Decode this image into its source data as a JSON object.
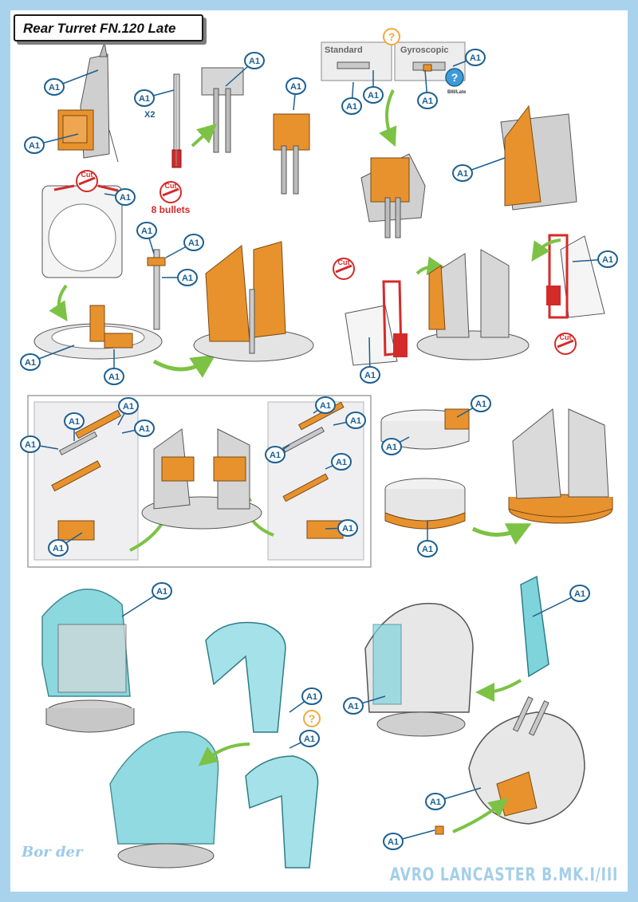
{
  "title": "Rear Turret FN.120 Late",
  "part_label": "A1",
  "quantity": "X2",
  "cut_label": "Cut",
  "bullets_label": "8 bullets",
  "standard_label": "Standard",
  "gyroscopic_label": "Gyroscopic",
  "bili_late_label": "BIII/Late",
  "question_mark": "?",
  "logo_text": "Bor der",
  "footer_text": "AVRO LANCASTER B.MK.I/III",
  "colors": {
    "background_border": "#a9d3ec",
    "callout_blue": "#1c5f91",
    "cut_red": "#d42a2a",
    "highlight_orange": "#e8922e",
    "glazing_teal": "#7fd4dc",
    "part_grey": "#c9c9c9",
    "question_orange": "#f2a93b",
    "question_blue": "#3d9bd6",
    "arrow_green": "#7cc244"
  }
}
